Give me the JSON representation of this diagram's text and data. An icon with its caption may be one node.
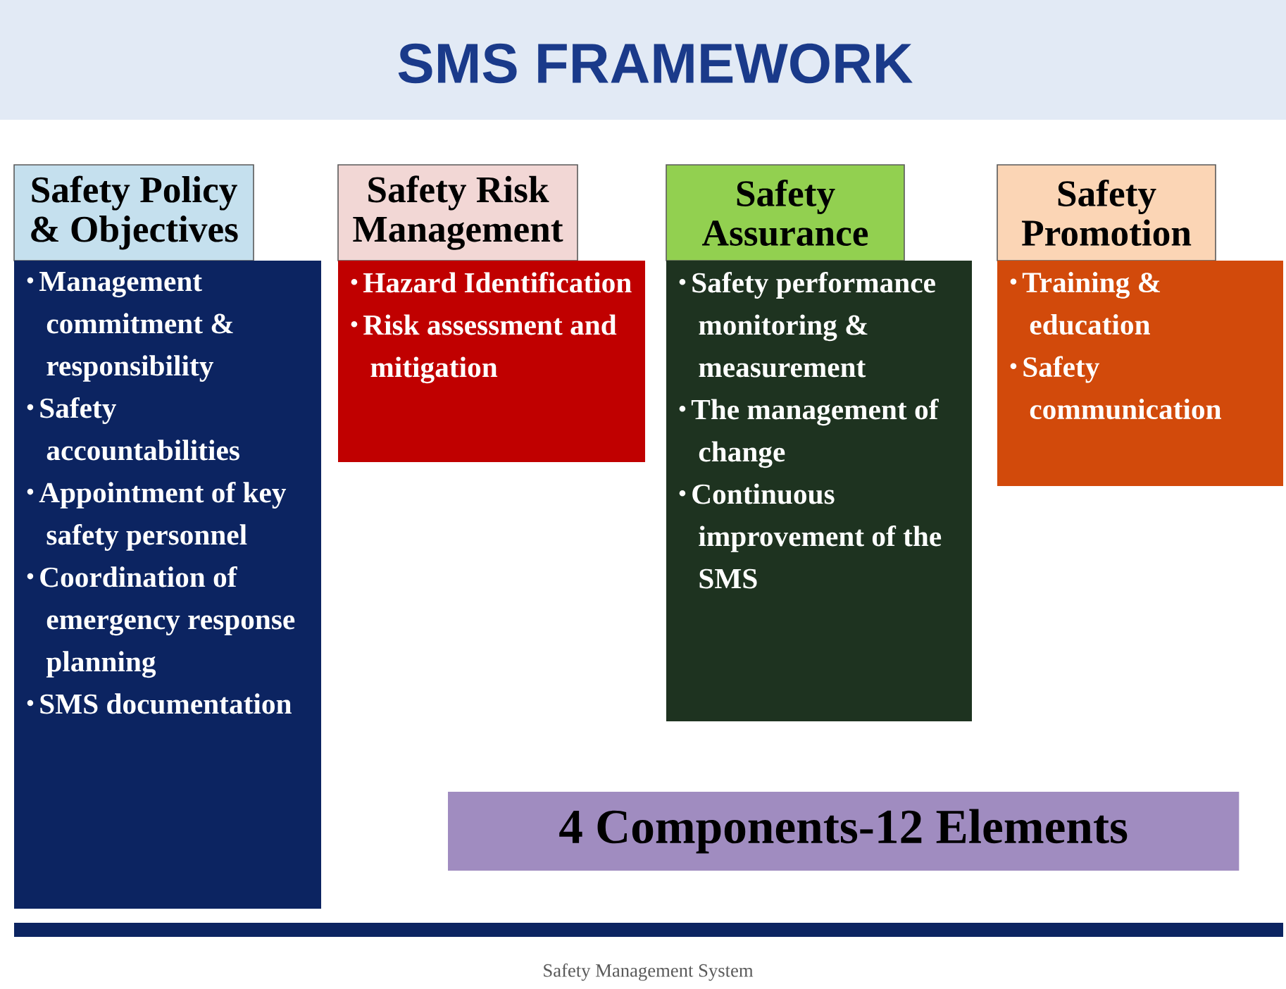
{
  "diagram": {
    "title": "SMS FRAMEWORK",
    "caption": "Safety Management System",
    "nodes": [
      {
        "text": [
          "Safety Policy & Objectives"
        ]
      },
      {
        "text": [
          "Management commitment & responsibility",
          "Safety accountabilities",
          "Appointment of key safety personnel",
          "Coordination of emergency response planning",
          "SMS documentation"
        ]
      },
      {
        "text": [
          "Safety Risk Management"
        ]
      },
      {
        "text": [
          "Hazard Identification",
          "Risk assessment and mitigation"
        ]
      },
      {
        "text": [
          "Safety Assurance"
        ]
      },
      {
        "text": [
          "Safety performance monitoring & measurement",
          "The management of change",
          "Continuous improvement of the SMS"
        ]
      },
      {
        "text": [
          "Safety Promotion"
        ]
      },
      {
        "text": [
          "Training & education",
          "Safety communication"
        ]
      },
      {
        "text": [
          "4 Components-12 Elements"
        ]
      }
    ]
  }
}
